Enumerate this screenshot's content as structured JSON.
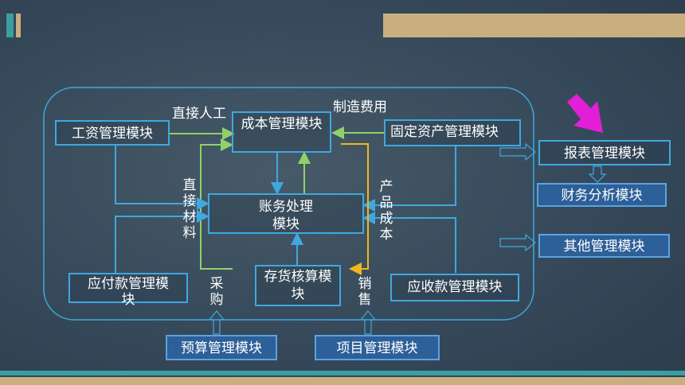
{
  "modules": {
    "salary": "工资管理模块",
    "cost": "成本管理模块",
    "fixed_assets": "固定资产管理模块",
    "accounting": "账务处理模块",
    "payable": "应付款管理模块",
    "inventory": "存货核算模块",
    "receivable": "应收款管理模块",
    "report": "报表管理模块",
    "financial_analysis": "财务分析模块",
    "other": "其他管理模块",
    "budget": "预算管理模块",
    "project": "项目管理模块"
  },
  "labels": {
    "direct_labor": "直接人工",
    "manufacturing_cost": "制造费用",
    "direct_material": "直接材料",
    "product_cost": "产品成本",
    "purchase": "采购",
    "sales": "销售"
  },
  "colors": {
    "blue_line": "#3fa8e0",
    "green_line": "#8fd16a",
    "yellow_line": "#f2b61c",
    "magenta_arrow": "#e21fd6",
    "accent_bar": "#c9ae80",
    "teal": "#3a9fa0"
  }
}
